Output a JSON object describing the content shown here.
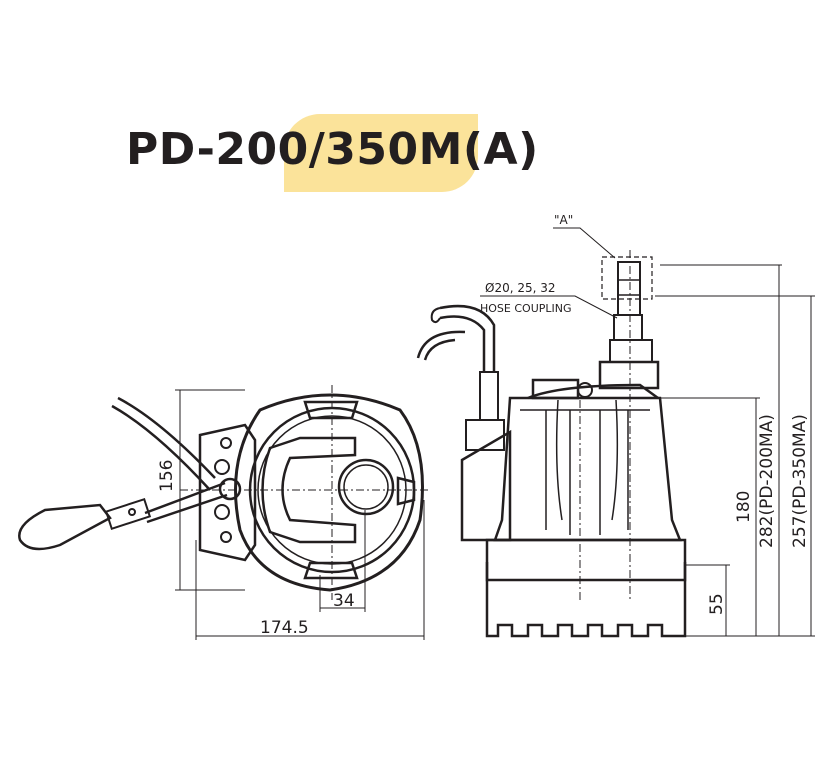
{
  "title": {
    "model_prefix": "PD-200",
    "model_suffix": "/350M(A)"
  },
  "annotations": {
    "detail_ref": "\"A\"",
    "coupling_sizes": "Ø20, 25, 32",
    "coupling_name": "HOSE COUPLING"
  },
  "dimensions": {
    "height_body": "156",
    "width_overall": "174.5",
    "offset": "34",
    "height_180": "180",
    "height_282": "282(PD-200MA)",
    "height_257": "257(PD-350MA)",
    "base_height": "55"
  },
  "colors": {
    "line": "#231f20",
    "highlight": "#fbe39a"
  }
}
